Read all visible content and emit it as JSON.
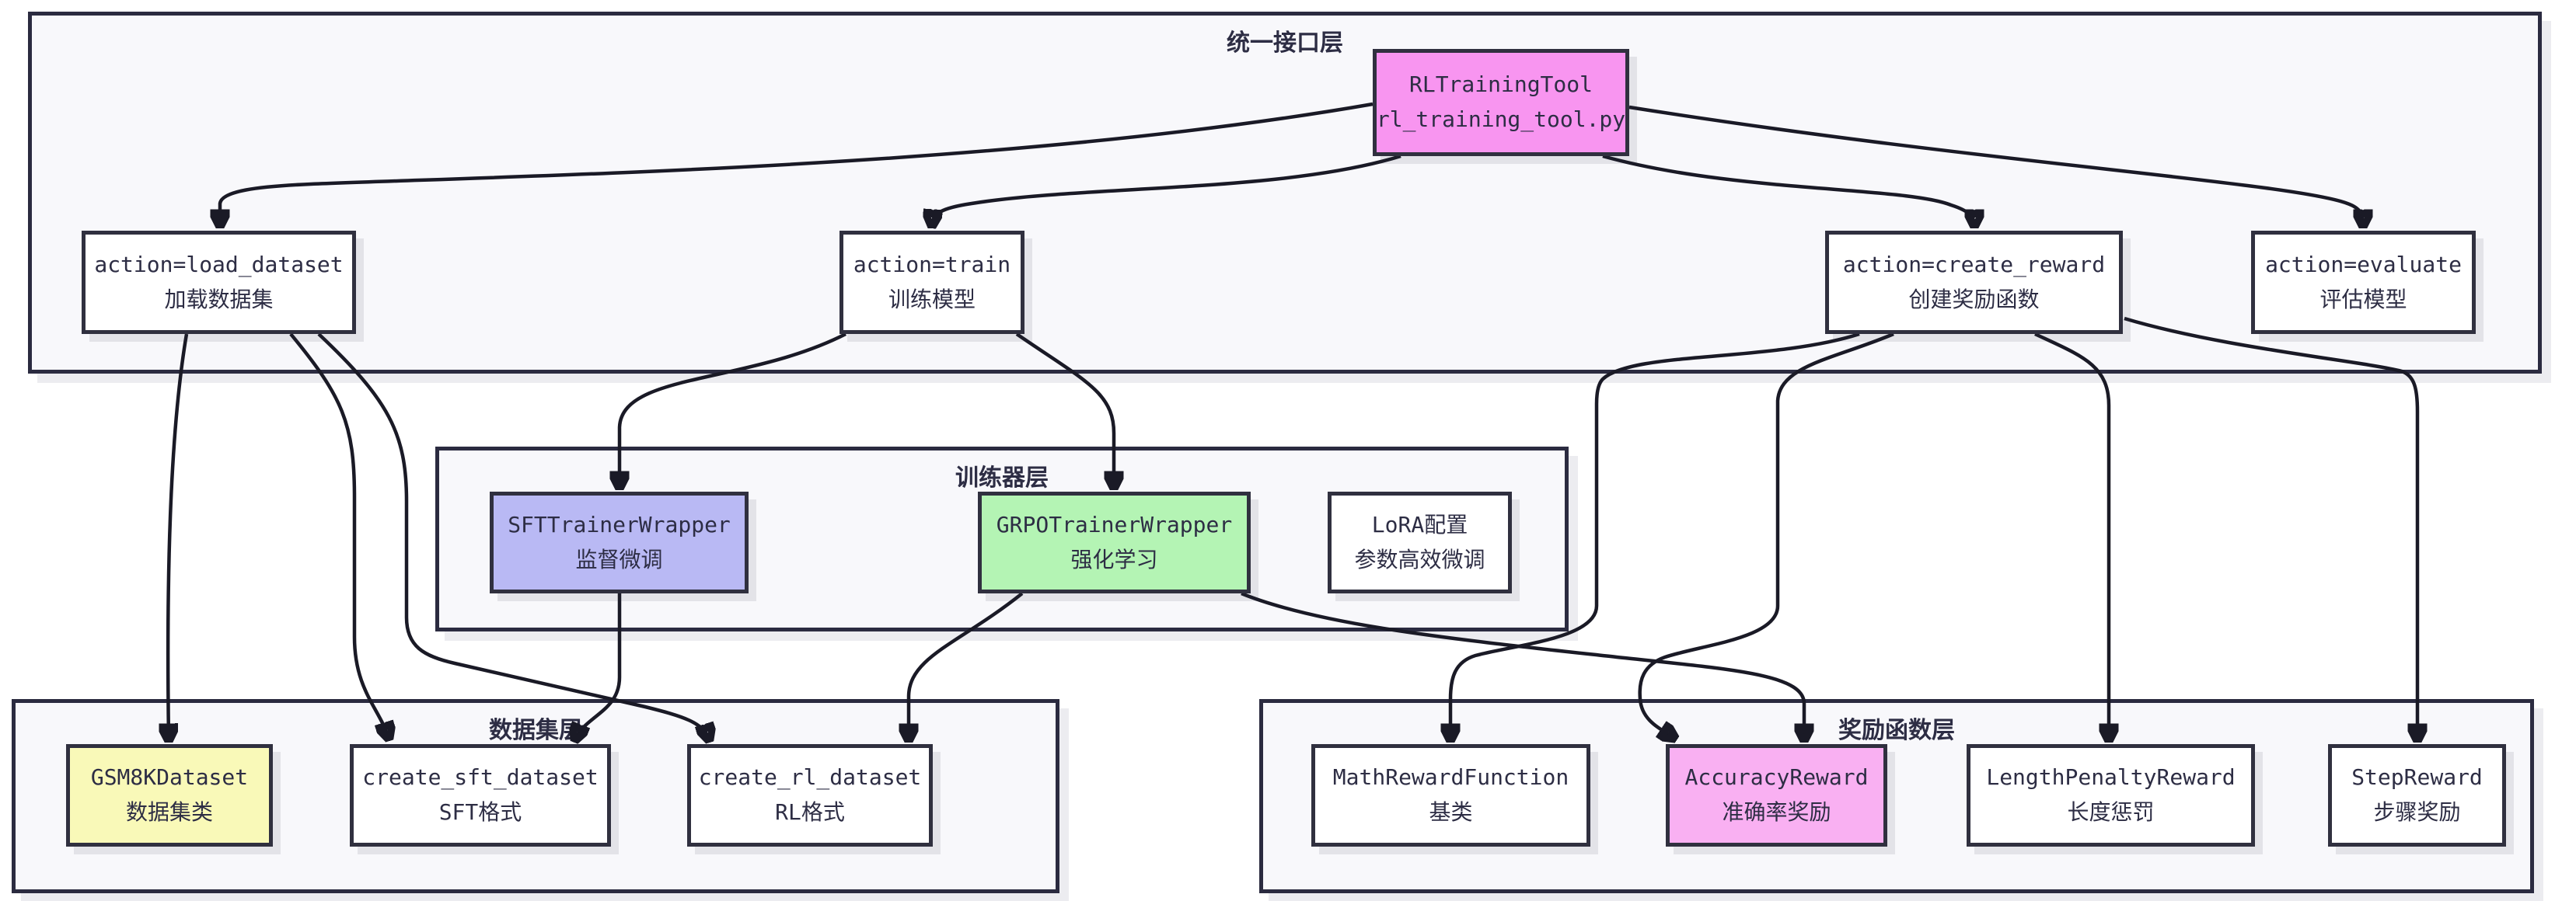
{
  "diagram": {
    "containers": {
      "interface": {
        "label": "统一接口层"
      },
      "trainer": {
        "label": "训练器层"
      },
      "dataset": {
        "label": "数据集层"
      },
      "reward": {
        "label": "奖励函数层"
      }
    },
    "nodes": {
      "rl_tool": {
        "title": "RLTrainingTool",
        "subtitle": "rl_training_tool.py",
        "fill": "#f895f0"
      },
      "load_dataset": {
        "title": "action=load_dataset",
        "subtitle": "加载数据集",
        "fill": "#ffffff"
      },
      "train": {
        "title": "action=train",
        "subtitle": "训练模型",
        "fill": "#ffffff"
      },
      "create_reward": {
        "title": "action=create_reward",
        "subtitle": "创建奖励函数",
        "fill": "#ffffff"
      },
      "evaluate": {
        "title": "action=evaluate",
        "subtitle": "评估模型",
        "fill": "#ffffff"
      },
      "sft": {
        "title": "SFTTrainerWrapper",
        "subtitle": "监督微调",
        "fill": "#b9b9f4"
      },
      "grpo": {
        "title": "GRPOTrainerWrapper",
        "subtitle": "强化学习",
        "fill": "#b4f4b4"
      },
      "lora": {
        "title": "LoRA配置",
        "subtitle": "参数高效微调",
        "fill": "#ffffff"
      },
      "gsm8k": {
        "title": "GSM8KDataset",
        "subtitle": "数据集类",
        "fill": "#f9f9b8"
      },
      "create_sft": {
        "title": "create_sft_dataset",
        "subtitle": "SFT格式",
        "fill": "#ffffff"
      },
      "create_rl": {
        "title": "create_rl_dataset",
        "subtitle": "RL格式",
        "fill": "#ffffff"
      },
      "math_reward": {
        "title": "MathRewardFunction",
        "subtitle": "基类",
        "fill": "#ffffff"
      },
      "accuracy": {
        "title": "AccuracyReward",
        "subtitle": "准确率奖励",
        "fill": "#f9b0f2"
      },
      "length_penalty": {
        "title": "LengthPenaltyReward",
        "subtitle": "长度惩罚",
        "fill": "#ffffff"
      },
      "step_reward": {
        "title": "StepReward",
        "subtitle": "步骤奖励",
        "fill": "#ffffff"
      }
    },
    "edges": [
      {
        "from": "RLTrainingTool",
        "to": "action=load_dataset"
      },
      {
        "from": "RLTrainingTool",
        "to": "action=train"
      },
      {
        "from": "RLTrainingTool",
        "to": "action=create_reward"
      },
      {
        "from": "RLTrainingTool",
        "to": "action=evaluate"
      },
      {
        "from": "action=load_dataset",
        "to": "GSM8KDataset"
      },
      {
        "from": "action=load_dataset",
        "to": "create_sft_dataset"
      },
      {
        "from": "action=load_dataset",
        "to": "create_rl_dataset"
      },
      {
        "from": "action=train",
        "to": "SFTTrainerWrapper"
      },
      {
        "from": "action=train",
        "to": "GRPOTrainerWrapper"
      },
      {
        "from": "SFTTrainerWrapper",
        "to": "create_sft_dataset"
      },
      {
        "from": "GRPOTrainerWrapper",
        "to": "create_rl_dataset"
      },
      {
        "from": "GRPOTrainerWrapper",
        "to": "AccuracyReward"
      },
      {
        "from": "action=create_reward",
        "to": "MathRewardFunction"
      },
      {
        "from": "action=create_reward",
        "to": "AccuracyReward"
      },
      {
        "from": "action=create_reward",
        "to": "LengthPenaltyReward"
      },
      {
        "from": "action=create_reward",
        "to": "StepReward"
      }
    ],
    "colors": {
      "border": "#2b2b40",
      "edge_line": "#1a1a26",
      "container_fill": "#f8f8fb",
      "text": "#2d2d44"
    }
  }
}
